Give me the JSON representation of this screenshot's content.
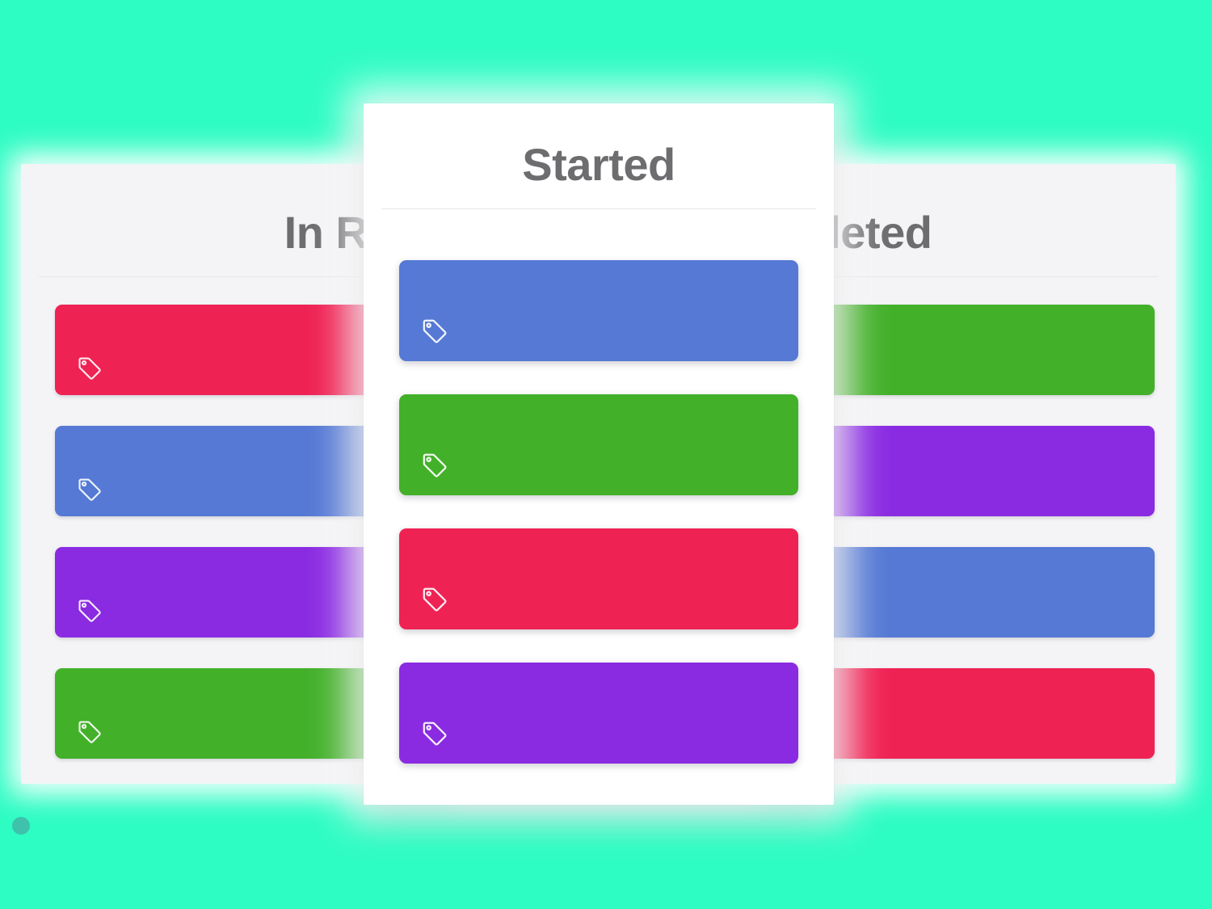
{
  "board": {
    "background_color": "#2dfcc3",
    "column_background_color": "#f4f4f6",
    "dragging_column_background_color": "#ffffff",
    "title_color": "#6d6d70",
    "dot_color": "#3ec2ab",
    "dot_name": "drag-handle-dot"
  },
  "card_colors": {
    "red": "#ef2254",
    "blue": "#5579d4",
    "purple": "#8a2be2",
    "green": "#43b02a"
  },
  "columns": [
    {
      "id": "in-review",
      "title": "In Review",
      "state": "static",
      "cards": [
        {
          "color_name": "red",
          "color": "#ef2254",
          "icon": "tag-icon"
        },
        {
          "color_name": "blue",
          "color": "#5579d4",
          "icon": "tag-icon"
        },
        {
          "color_name": "purple",
          "color": "#8a2be2",
          "icon": "tag-icon"
        },
        {
          "color_name": "green",
          "color": "#43b02a",
          "icon": "tag-icon"
        }
      ]
    },
    {
      "id": "started",
      "title": "Started",
      "state": "dragging",
      "cards": [
        {
          "color_name": "blue",
          "color": "#5579d4",
          "icon": "tag-icon"
        },
        {
          "color_name": "green",
          "color": "#43b02a",
          "icon": "tag-icon"
        },
        {
          "color_name": "red",
          "color": "#ef2254",
          "icon": "tag-icon"
        },
        {
          "color_name": "purple",
          "color": "#8a2be2",
          "icon": "tag-icon"
        }
      ]
    },
    {
      "id": "completed",
      "title": "Completed",
      "state": "static",
      "cards": [
        {
          "color_name": "green",
          "color": "#43b02a",
          "icon": "tag-icon"
        },
        {
          "color_name": "purple",
          "color": "#8a2be2",
          "icon": "tag-icon"
        },
        {
          "color_name": "blue",
          "color": "#5579d4",
          "icon": "tag-icon"
        },
        {
          "color_name": "red",
          "color": "#ef2254",
          "icon": "tag-icon"
        }
      ]
    }
  ]
}
